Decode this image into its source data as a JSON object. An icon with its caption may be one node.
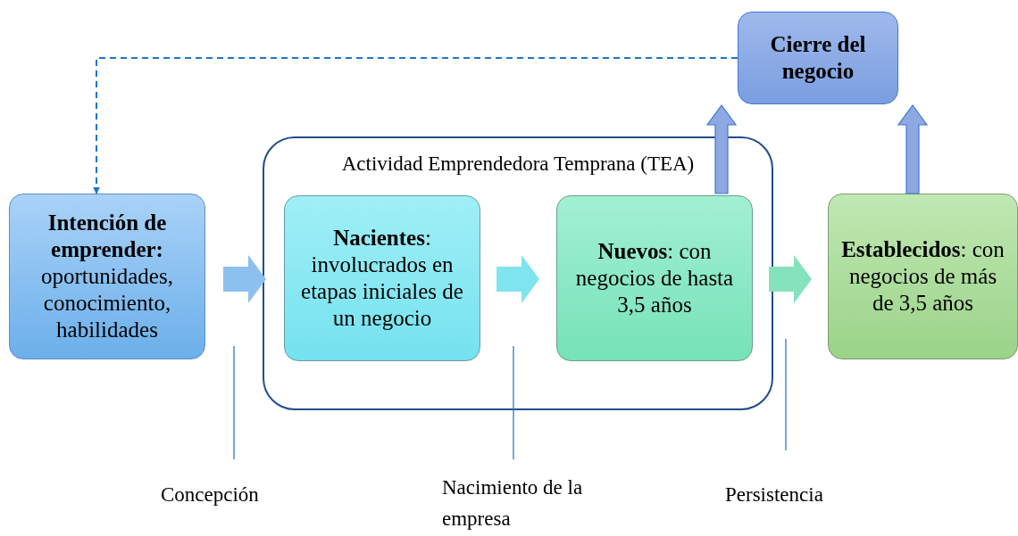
{
  "diagram": {
    "nodes": [
      {
        "text": [
          "**Intención de emprender:** oportunidades, conocimiento, habilidades"
        ]
      },
      {
        "text": [
          "Actividad Emprendedora Temprana (TEA)"
        ]
      },
      {
        "text": [
          "**Nacientes**: involucrados en etapas iniciales de un negocio"
        ],
        "in": 1
      },
      {
        "text": [
          "**Nuevos**: con negocios de hasta 3,5 años"
        ],
        "in": 1
      },
      {
        "text": [
          "**Establecidos**: con negocios de más de 3,5 años"
        ]
      },
      {
        "text": [
          "Cierre del negocio"
        ]
      }
    ],
    "edges": [
      {
        "from": 0,
        "to": 1,
        "arrow": "to",
        "style": "thick",
        "color": "#8cc0ee"
      },
      {
        "from": 2,
        "to": 3,
        "arrow": "to",
        "style": "thick",
        "color": "#80e4ee"
      },
      {
        "from": 3,
        "to": 4,
        "arrow": "to",
        "style": "thick",
        "color": "#84e2bc"
      },
      {
        "from": 3,
        "to": 5,
        "arrow": "to",
        "style": "thick",
        "color": "#8ea8e2"
      },
      {
        "from": 4,
        "to": 5,
        "arrow": "to",
        "style": "thick",
        "color": "#8ea8e2"
      },
      {
        "from": 5,
        "to": 0,
        "arrow": "to",
        "style": "dashed",
        "color": "#1e74d0"
      }
    ],
    "labels": [
      "Concepción",
      "Nacimiento de la empresa",
      "Persistencia"
    ]
  }
}
